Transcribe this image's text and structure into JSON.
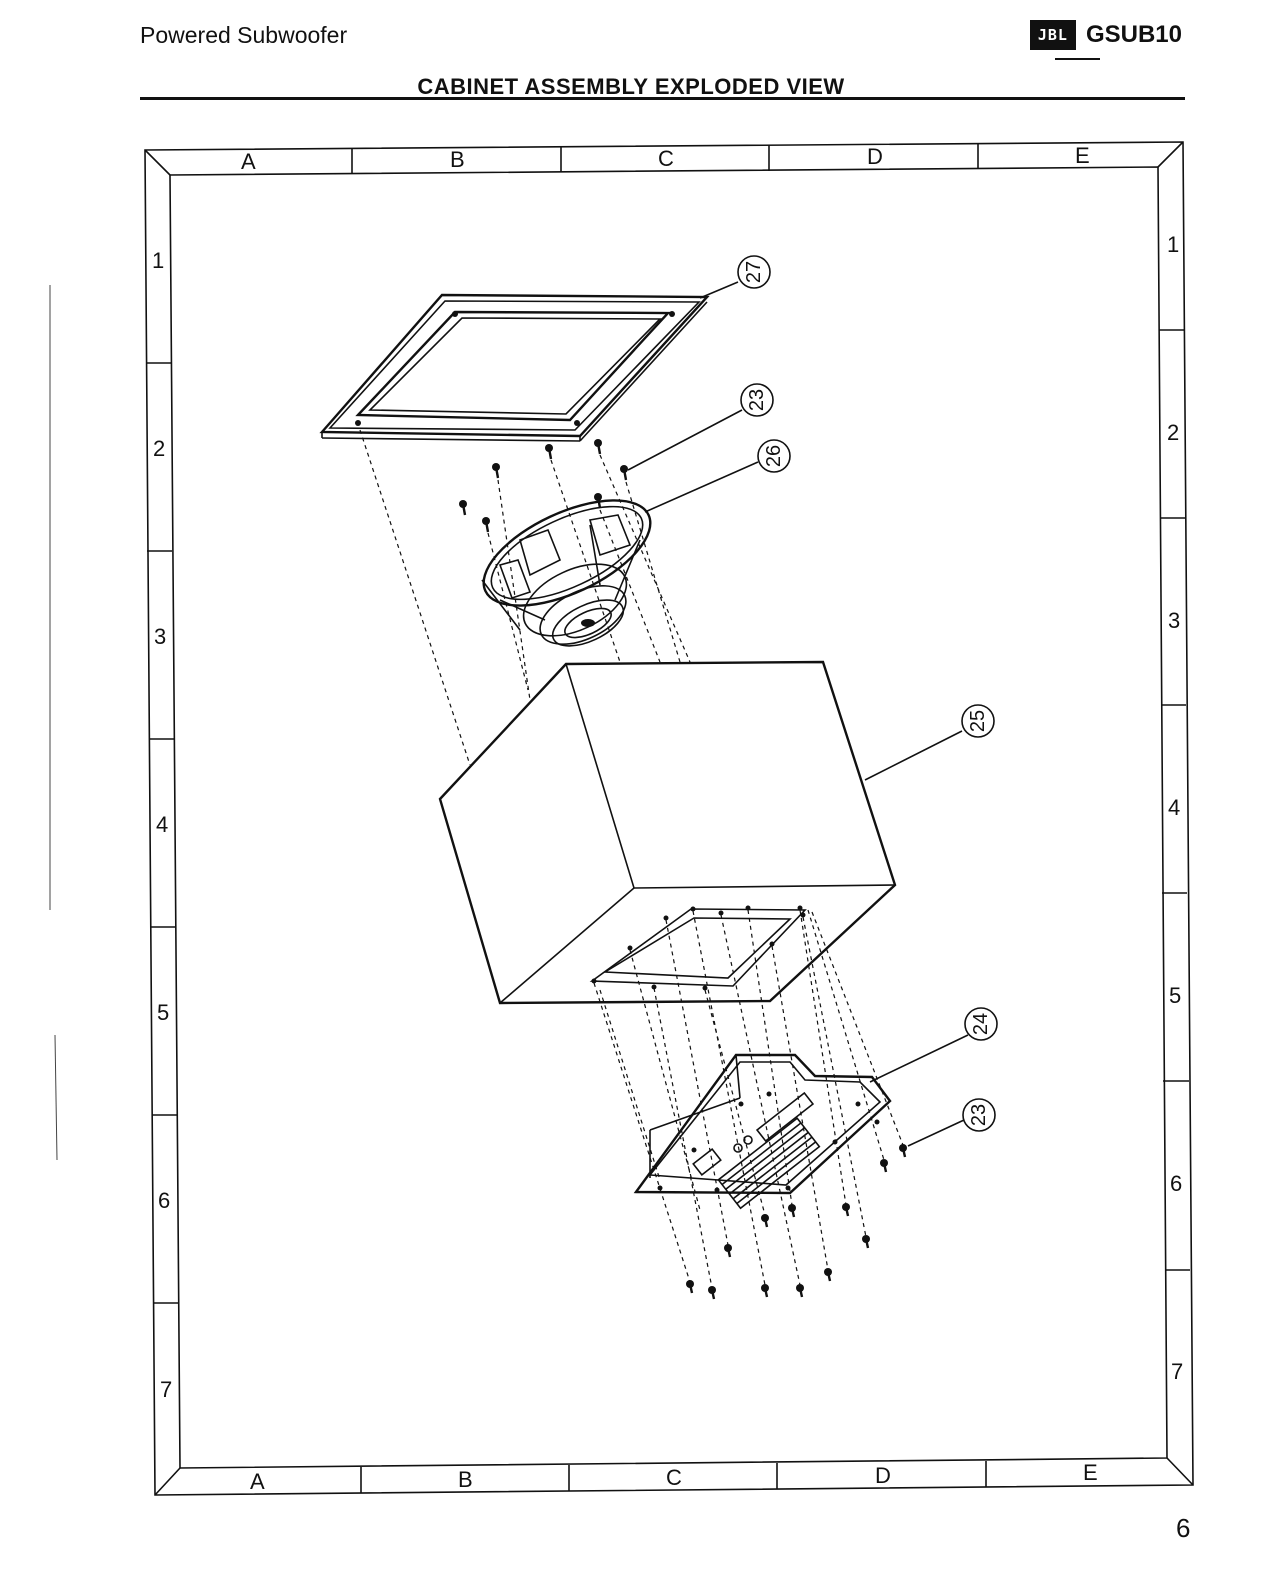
{
  "header": {
    "product": "Powered Subwoofer",
    "brand_logo": "JBL",
    "model": "GSUB10"
  },
  "title": "CABINET ASSEMBLY EXPLODED VIEW",
  "grid": {
    "columns": [
      "A",
      "B",
      "C",
      "D",
      "E"
    ],
    "rows": [
      "1",
      "2",
      "3",
      "4",
      "5",
      "6",
      "7"
    ]
  },
  "callouts": {
    "grille_frame": "27",
    "driver_screws": "23",
    "woofer": "26",
    "cabinet": "25",
    "amplifier": "24",
    "amp_screws": "23"
  },
  "footer": {
    "page_number": "6"
  },
  "icons": [
    "jbl-logo-icon"
  ]
}
